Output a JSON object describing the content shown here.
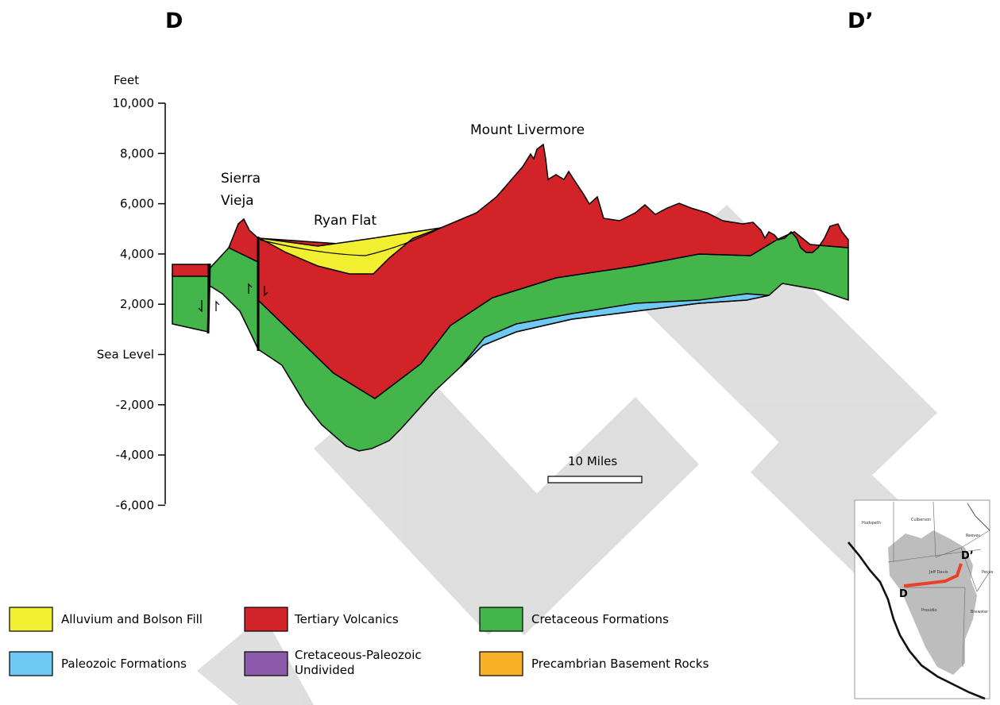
{
  "section": {
    "left_end": "D",
    "right_end": "D’",
    "y_axis": {
      "unit_label": "Feet",
      "ticks": [
        "10,000",
        "8,000",
        "6,000",
        "4,000",
        "2,000",
        "Sea Level",
        "-2,000",
        "-4,000",
        "-6,000"
      ]
    },
    "features": {
      "sierra_vieja_line1": "Sierra",
      "sierra_vieja_line2": "Vieja",
      "ryan_flat": "Ryan Flat",
      "mount_livermore": "Mount Livermore"
    },
    "scale_bar": "10 Miles"
  },
  "legend": [
    {
      "label": "Alluvium and Bolson Fill",
      "color": "#f2ee30"
    },
    {
      "label": "Tertiary Volcanics",
      "color": "#d22428"
    },
    {
      "label": "Cretaceous Formations",
      "color": "#43b54a"
    },
    {
      "label": "Paleozoic Formations",
      "color": "#6fcaf3"
    },
    {
      "label_line1": "Cretaceous-Paleozoic",
      "label_line2": "Undivided",
      "color": "#8b5aa8"
    },
    {
      "label": "Precambrian Basement Rocks",
      "color": "#f8b128"
    }
  ],
  "inset_map": {
    "counties": [
      "Hudspeth",
      "Culberson",
      "Reeves",
      "Jeff Davis",
      "Pecos",
      "Presidio",
      "Brewster"
    ],
    "start_label": "D",
    "end_label": "D’",
    "line_color": "#e8412a"
  },
  "colors": {
    "alluvium": "#f2ee30",
    "volcanics": "#d22428",
    "cretaceous": "#43b54a",
    "paleozoic": "#6fcaf3",
    "watermark": "#d9d9d9"
  }
}
